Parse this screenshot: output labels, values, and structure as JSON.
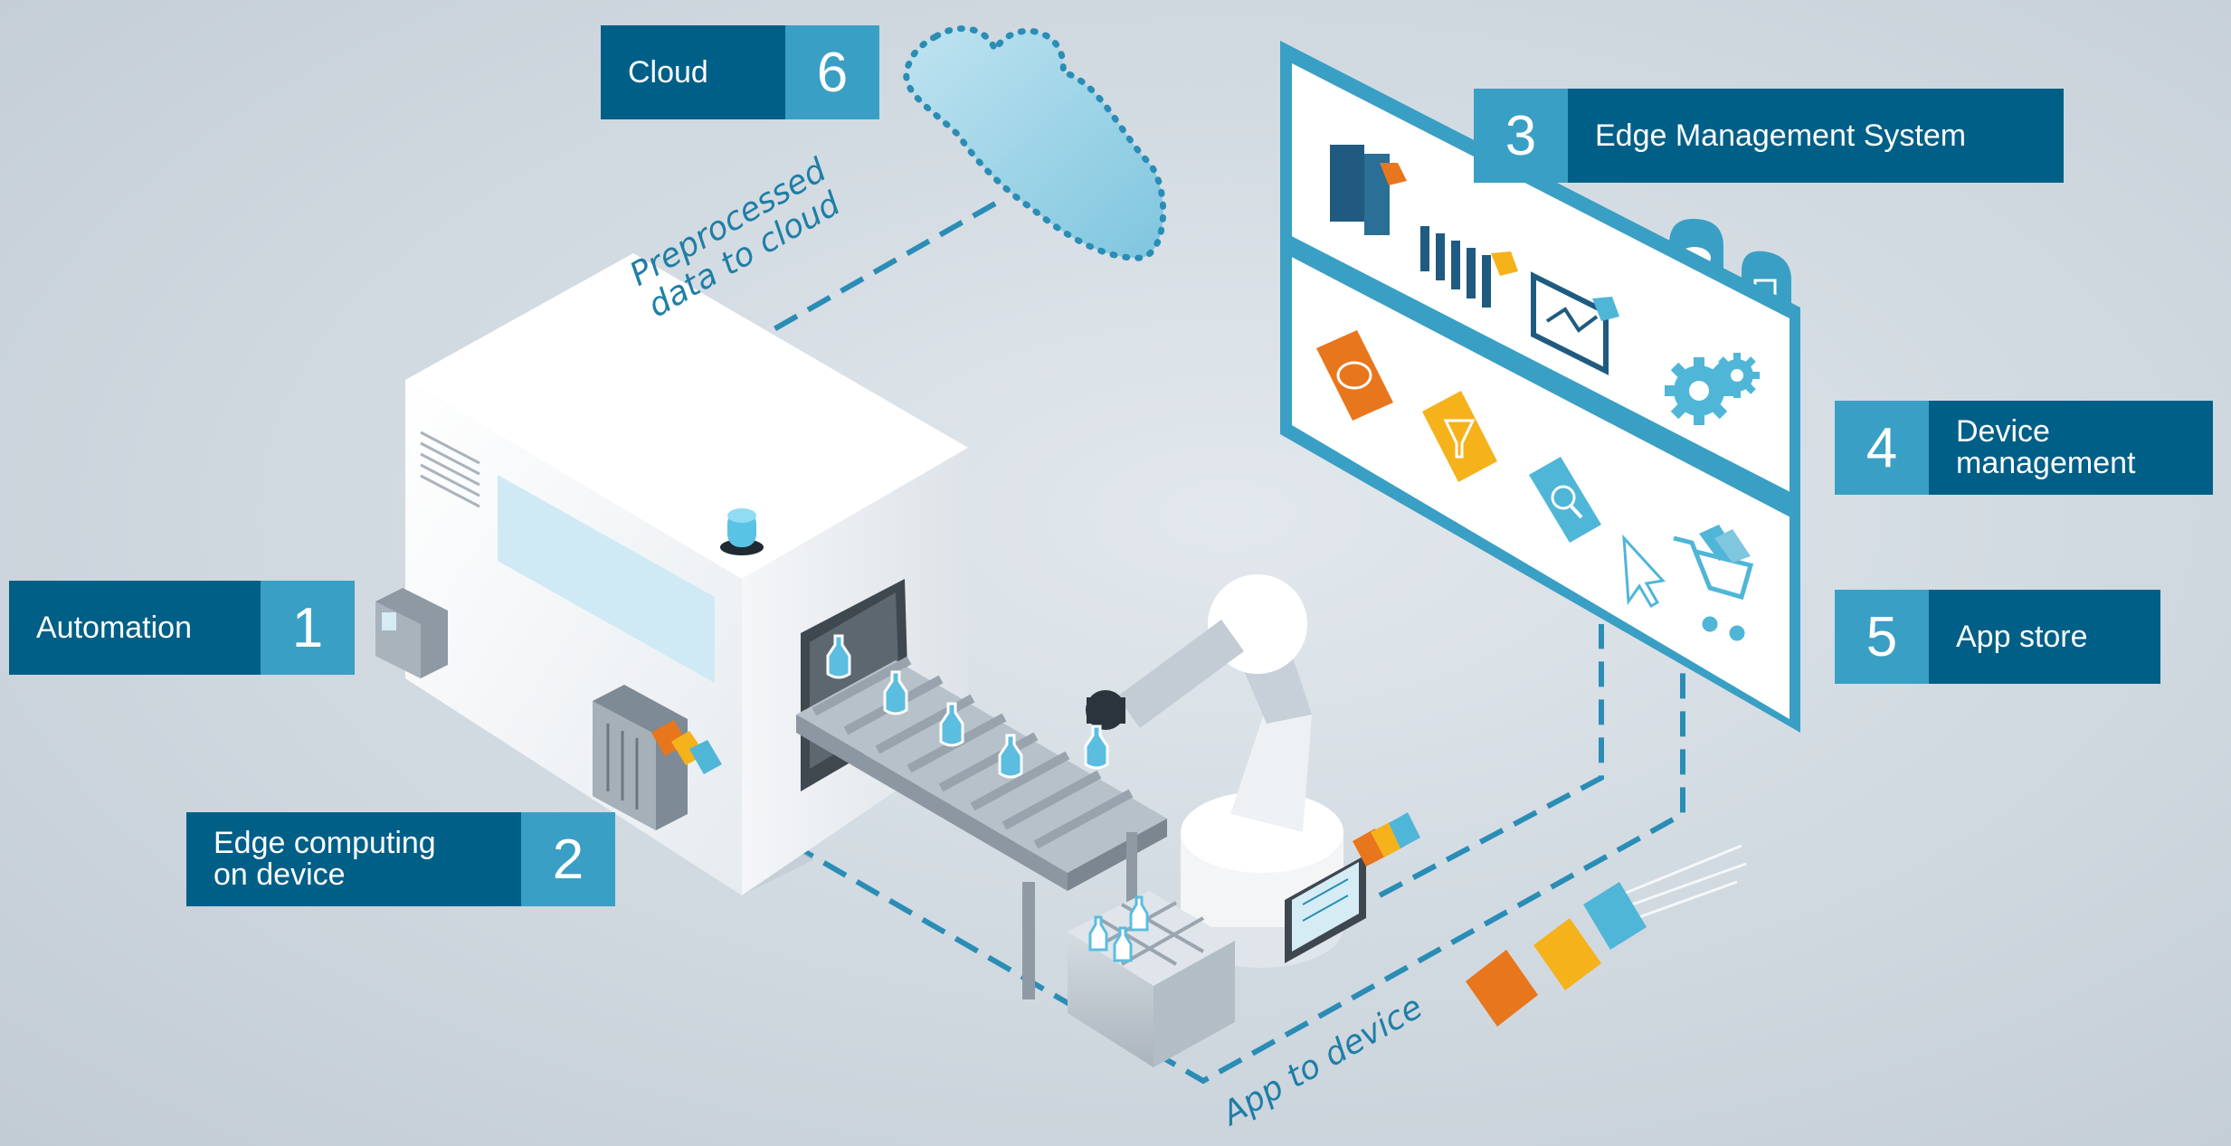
{
  "callouts": {
    "cloud": {
      "label": "Cloud",
      "number": "6"
    },
    "edge_mgmt": {
      "label": "Edge Management System",
      "number": "3"
    },
    "device_mgmt": {
      "label_line1": "Device",
      "label_line2": "management",
      "number": "4"
    },
    "app_store": {
      "label": "App store",
      "number": "5"
    },
    "automation": {
      "label": "Automation",
      "number": "1"
    },
    "edge_computing": {
      "label_line1": "Edge computing",
      "label_line2": "on device",
      "number": "2"
    }
  },
  "flows": {
    "to_cloud_line1": "Preprocessed",
    "to_cloud_line2": "data to cloud",
    "to_device": "App to device"
  },
  "colors": {
    "label_blue": "#005f87",
    "number_blue": "#3a9fc4",
    "flow_dash": "#2a8db6",
    "app_orange": "#e8761d",
    "app_yellow": "#f5b21b",
    "app_teal": "#4fb6d8"
  },
  "icons": [
    "cloud-icon",
    "gear-icon",
    "brain-app-icon",
    "funnel-app-icon",
    "magnifier-app-icon",
    "shopping-cart-icon",
    "cursor-icon",
    "laptop-icon",
    "signal-light-icon",
    "robot-arm-icon",
    "bottle-icon"
  ]
}
